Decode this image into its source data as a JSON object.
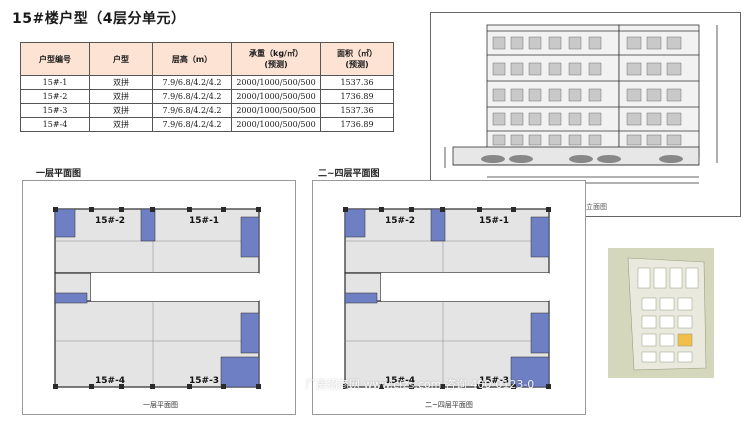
{
  "page": {
    "title": "15#楼户型（4层分单元）"
  },
  "table": {
    "headers": {
      "code": "户型编号",
      "type": "户型",
      "height": "层高（m）",
      "load_line1": "承重（kg/㎡）",
      "load_line2": "(预测)",
      "area_line1": "面积（㎡）",
      "area_line2": "(预测)"
    },
    "rows": [
      {
        "code": "15#-1",
        "type": "双拼",
        "height": "7.9/6.8/4.2/4.2",
        "load": "2000/1000/500/500",
        "area": "1537.36"
      },
      {
        "code": "15#-2",
        "type": "双拼",
        "height": "7.9/6.8/4.2/4.2",
        "load": "2000/1000/500/500",
        "area": "1736.89"
      },
      {
        "code": "15#-3",
        "type": "双拼",
        "height": "7.9/6.8/4.2/4.2",
        "load": "2000/1000/500/500",
        "area": "1537.36"
      },
      {
        "code": "15#-4",
        "type": "双拼",
        "height": "7.9/6.8/4.2/4.2",
        "load": "2000/1000/500/500",
        "area": "1736.89"
      }
    ]
  },
  "plans": {
    "ground": {
      "caption": "一层平面图",
      "subcaption": "一层平面图",
      "units": [
        "15#-2",
        "15#-1",
        "15#-4",
        "15#-3"
      ]
    },
    "upper": {
      "caption": "二~四层平面图",
      "subcaption": "二~四层平面图",
      "units": [
        "15#-2",
        "15#-1",
        "15#-4",
        "15#-3"
      ]
    }
  },
  "elevation": {
    "label": "立面图"
  },
  "watermark": {
    "text": "厂房招商网 www.cfzs.com 咨询 400-0123-0"
  },
  "colors": {
    "header_bg": "#fde3d4",
    "plan_fill": "#e4e4e4",
    "core_blue": "#6f7fc4",
    "wall": "#2a2a2a"
  }
}
